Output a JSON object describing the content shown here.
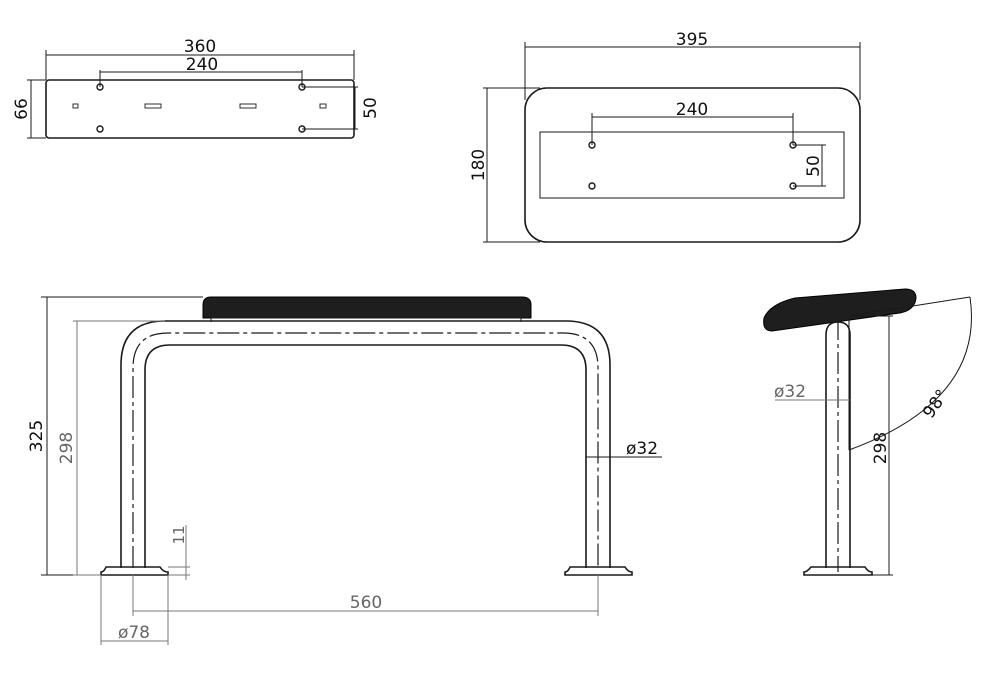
{
  "drawing": {
    "views": {
      "plate_top": {
        "dim_length": "360",
        "dim_hole_spacing": "240",
        "dim_height": "66",
        "dim_hole_vertical": "50"
      },
      "seat_top": {
        "dim_length": "395",
        "dim_hole_spacing": "240",
        "dim_width": "180",
        "dim_hole_vertical": "50"
      },
      "front_view": {
        "dim_total_height": "325",
        "dim_seat_height": "298",
        "dim_base_thickness": "11",
        "dim_leg_spacing": "560",
        "dim_base_diameter": "ø78",
        "dim_tube_diameter": "ø32"
      },
      "side_view": {
        "dim_tube_diameter": "ø32",
        "dim_height": "298",
        "dim_angle": "98°"
      }
    },
    "colors": {
      "line": "#1a1a1a",
      "seat_fill": "#1e1e1e",
      "background": "#ffffff"
    }
  }
}
